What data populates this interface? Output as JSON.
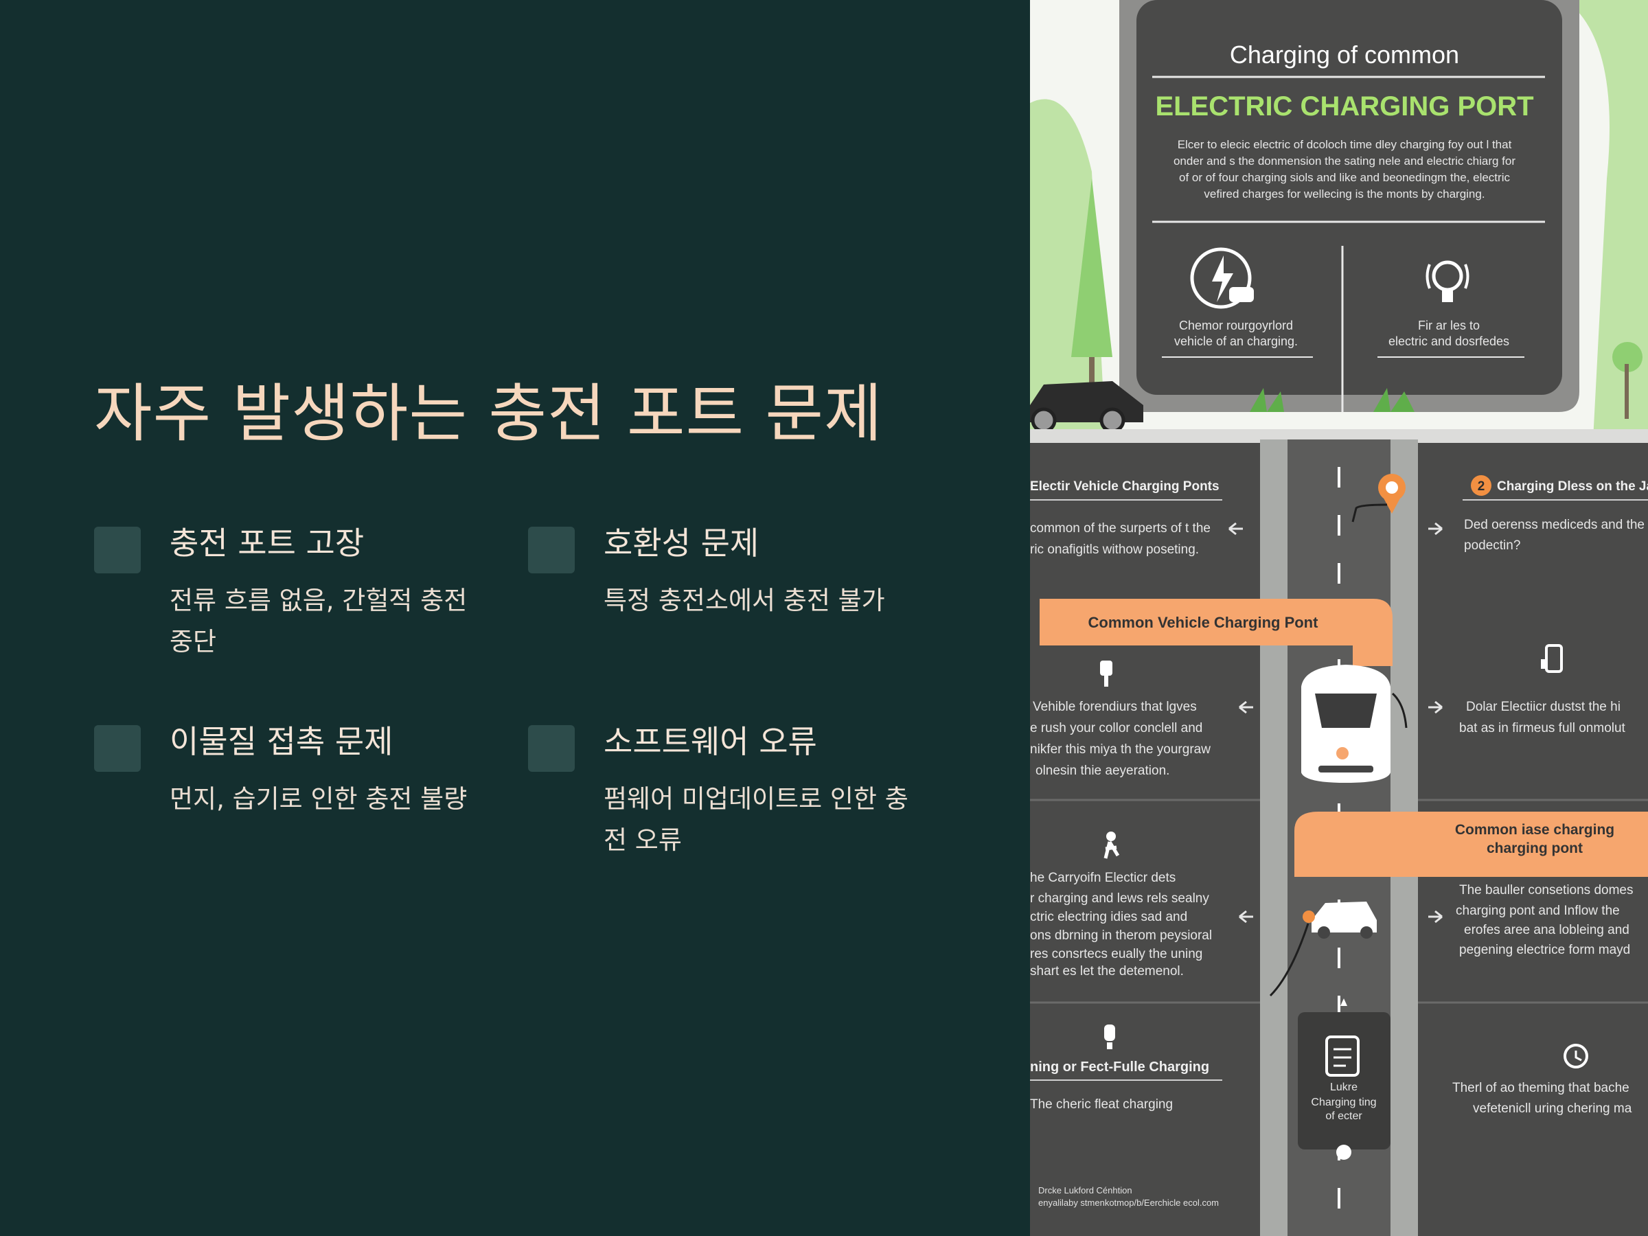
{
  "slide": {
    "title": "자주 발생하는 충전 포트 문제",
    "items": [
      {
        "heading": "충전 포트 고장",
        "description": "전류 흐름 없음, 간헐적 충전 중단"
      },
      {
        "heading": "호환성 문제",
        "description": "특정 충전소에서 충전 불가"
      },
      {
        "heading": "이물질 접촉 문제",
        "description": "먼지, 습기로 인한 충전 불량"
      },
      {
        "heading": "소프트웨어 오류",
        "description": "펌웨어 미업데이트로 인한 충전 오류"
      }
    ]
  },
  "infographic": {
    "sign_title": "Charging of common",
    "sign_heading": "ELECTRIC CHARGING PORT",
    "sign_body": [
      "Elcer to elecic electric of dcoloch time dley charging foy out l that",
      "onder and s the donmension the sating nele and electric chiarg for",
      "of or of four charging siols and like and beonedingm the, electric",
      "vefired charges for wellecing is the monts by charging."
    ],
    "sign_col1": [
      "Chemor rourgoyrlord",
      "vehicle of an charging."
    ],
    "sign_col2": [
      "Fir ar les to",
      "electric and dosrfedes"
    ],
    "left_panel1_title": "Electir Vehicle Charging Ponts",
    "left_panel1_text": [
      "common of the surperts of t the",
      "ric onafigitls withow poseting."
    ],
    "banner1": "Common Vehicle Charging Pont",
    "left_panel2_text": [
      "Vehible forendiurs that lgves",
      "e rush your collor conclell and",
      "nikfer this miya th the yourgraw",
      "olnesin thie aeyeration."
    ],
    "left_panel3_text": [
      "he Carryoifn Electicr dets",
      "r charging and lews rels sealny",
      "ctric electring idies sad and",
      "ons dbrning in therom peysioral",
      "res consrtecs eually the uning",
      "shart es let the detemenol."
    ],
    "left_panel4_title": "ning or Fect-Fulle Charging",
    "left_panel4_text": "The cheric fleat charging",
    "right_panel1_badge": "2",
    "right_panel1_title": "Charging Dless on the Ja",
    "right_panel1_text": [
      "Ded oerenss mediceds and the",
      "podectin?"
    ],
    "right_panel2_text": [
      "Dolar Electiicr dustst the hi",
      "bat as in firmeus full onmolut"
    ],
    "banner2": [
      "Common iase charging",
      "charging pont"
    ],
    "right_panel3_text": [
      "The bauller consetions domes",
      "charging pont and Inflow the",
      "erofes aree ana lobleing and",
      "pegening electrice form mayd"
    ],
    "right_panel4_text": [
      "Therl of ao theming that bache",
      "vefetenicll uring chering ma"
    ],
    "center_box": [
      "Lukre",
      "Charging ting",
      "of ecter"
    ],
    "footer": [
      "Drcke Lukford Cénhtion",
      "enyalilaby stmenkotmop/b/Eerchicle ecol.com"
    ]
  },
  "colors": {
    "background": "#142f2f",
    "title": "#f6d7bd",
    "square": "#2d4c4b",
    "accent_orange": "#f6a66e",
    "accent_green": "#a9e26e",
    "panel": "#4a4a49"
  }
}
